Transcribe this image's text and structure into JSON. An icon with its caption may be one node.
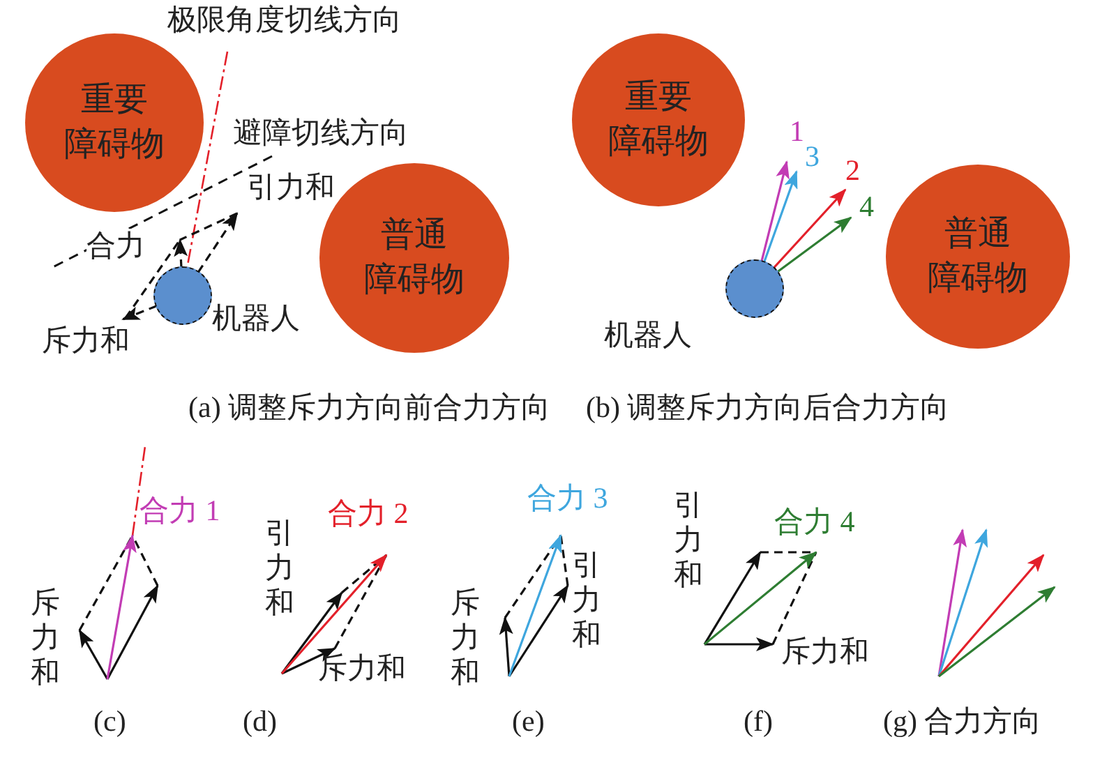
{
  "diagram": {
    "nodes": [
      {
        "text": [
          "重要障碍物"
        ]
      },
      {
        "text": [
          "普通障碍物"
        ]
      },
      {
        "text": [],
        "shape": "circle",
        "beside": [
          "机器人"
        ]
      },
      {
        "text": [
          "重要障碍物"
        ]
      },
      {
        "text": [
          "普通障碍物"
        ]
      },
      {
        "text": [],
        "shape": "circle",
        "beside": [
          "机器人"
        ]
      }
    ],
    "labels": [
      "极限角度切线方向",
      "避障切线方向",
      "引力和",
      "合力",
      "斥力和",
      "1",
      "3",
      "2",
      "4",
      "(a) 调整斥力方向前合力方向",
      "(b) 调整斥力方向后合力方向",
      "合力 1",
      "斥力和",
      "引力和",
      "合力 2",
      "斥力和",
      "合力 3",
      "斥力和",
      "引力和",
      "引力和",
      "合力 4",
      "斥力和",
      "(c)",
      "(d)",
      "(e)",
      "(f)",
      "(g) 合力方向"
    ]
  }
}
